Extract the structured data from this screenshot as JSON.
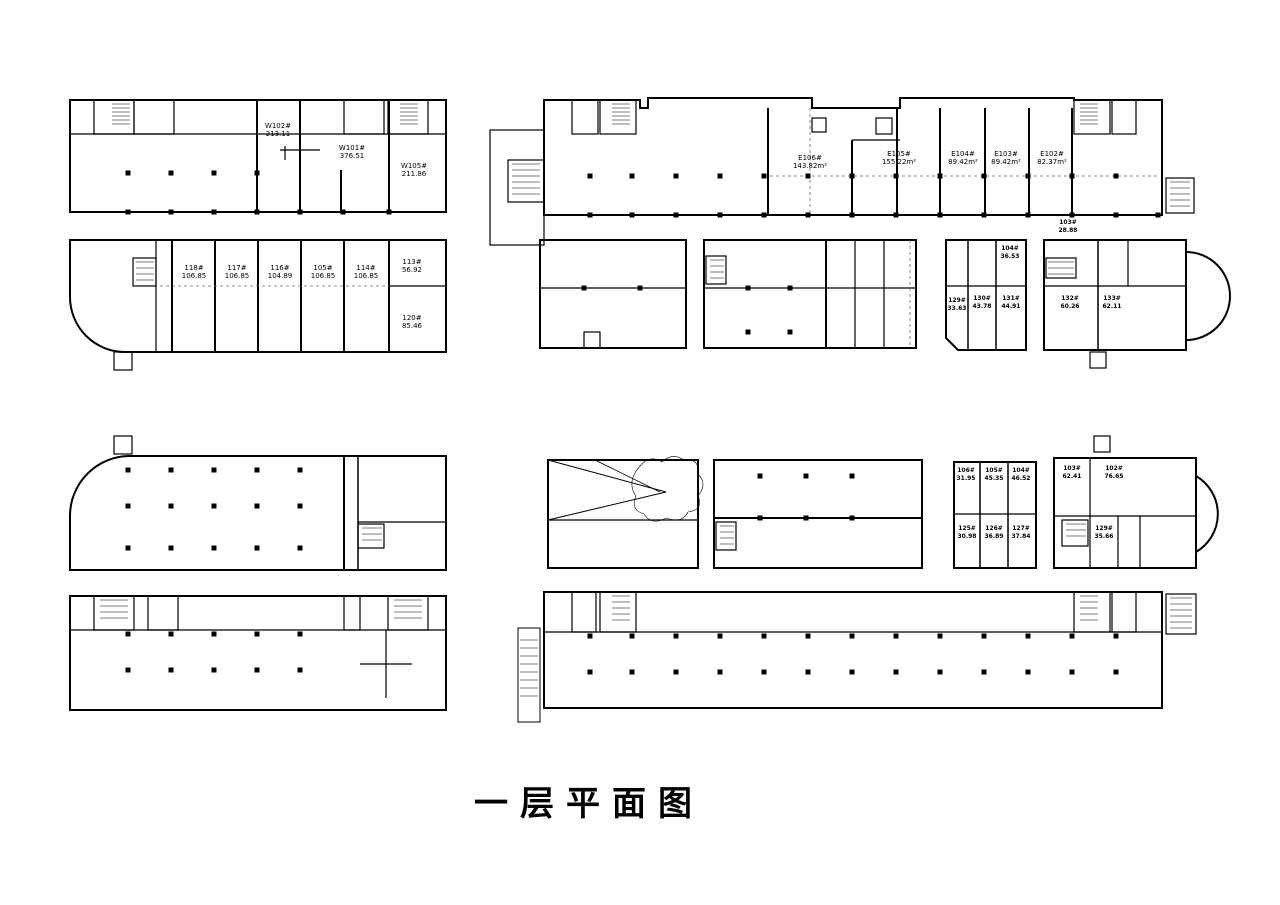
{
  "title": "一层平面图",
  "units": {
    "w102": {
      "name": "W102#",
      "area": "213.11"
    },
    "w101": {
      "name": "W101#",
      "area": "376.51"
    },
    "w105": {
      "name": "W105#",
      "area": "211.86"
    },
    "u118": {
      "name": "118#",
      "area": "106.85"
    },
    "u117": {
      "name": "117#",
      "area": "106.85"
    },
    "u116": {
      "name": "116#",
      "area": "104.89"
    },
    "u105a": {
      "name": "105#",
      "area": "106.85"
    },
    "u114": {
      "name": "114#",
      "area": "106.85"
    },
    "u113": {
      "name": "113#",
      "area": "56.92"
    },
    "u120": {
      "name": "120#",
      "area": "85.46"
    },
    "e106": {
      "name": "E106#",
      "area": "143.82m²"
    },
    "e105": {
      "name": "E105#",
      "area": "155.22m²"
    },
    "e104": {
      "name": "E104#",
      "area": "89.42m²"
    },
    "e103": {
      "name": "E103#",
      "area": "89.42m²"
    },
    "e102": {
      "name": "E102#",
      "area": "82.37m²"
    },
    "u103a": {
      "name": "103#",
      "area": "28.88"
    },
    "u104a": {
      "name": "104#",
      "area": "36.53"
    },
    "u129a": {
      "name": "129#",
      "area": "33.63"
    },
    "u130": {
      "name": "130#",
      "area": "43.78"
    },
    "u131": {
      "name": "131#",
      "area": "44.91"
    },
    "u132": {
      "name": "132#",
      "area": "60.26"
    },
    "u133": {
      "name": "133#",
      "area": "62.11"
    },
    "u106": {
      "name": "106#",
      "area": "31.95"
    },
    "u105b": {
      "name": "105#",
      "area": "45.35"
    },
    "u104b": {
      "name": "104#",
      "area": "46.52"
    },
    "u103b": {
      "name": "103#",
      "area": "62.41"
    },
    "u102": {
      "name": "102#",
      "area": "76.65"
    },
    "u125": {
      "name": "125#",
      "area": "30.98"
    },
    "u126": {
      "name": "126#",
      "area": "36.89"
    },
    "u127": {
      "name": "127#",
      "area": "37.84"
    },
    "u129b": {
      "name": "129#",
      "area": "35.66"
    }
  },
  "colors": {
    "line": "#000000",
    "background": "#ffffff",
    "dash": "#666666"
  }
}
